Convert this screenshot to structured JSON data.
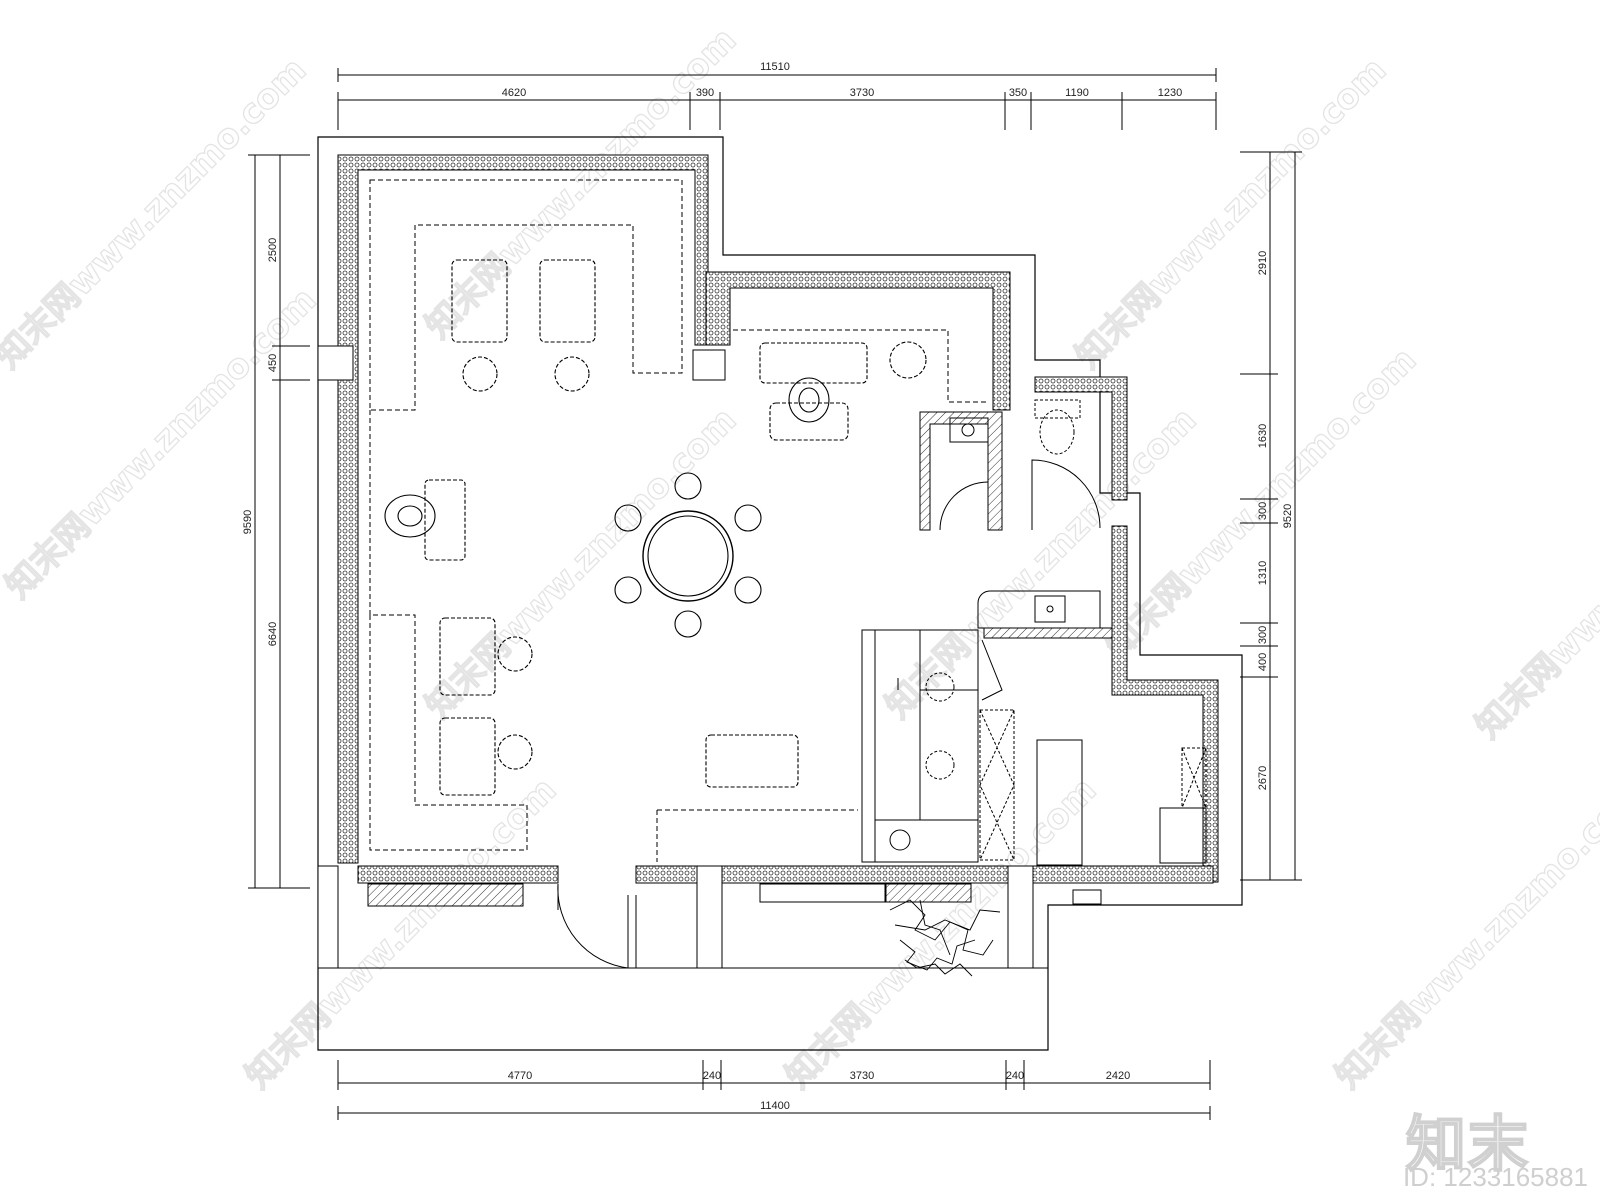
{
  "drawing": {
    "dims_top_overall": "11510",
    "dims_top": [
      "4620",
      "390",
      "3730",
      "350",
      "1190",
      "1230"
    ],
    "dims_left_overall": "9590",
    "dims_left": [
      "2500",
      "450",
      "6640"
    ],
    "dims_right_overall": "9520",
    "dims_right": [
      "2910",
      "1630",
      "300",
      "1310",
      "300",
      "400",
      "2670"
    ],
    "dims_bottom": [
      "4770",
      "240",
      "3730",
      "240",
      "2420"
    ],
    "dims_bottom_overall": "11400"
  },
  "watermark": {
    "text": "知末网www.znzmo.com",
    "brand": "知末",
    "id_text": "ID: 1233165881"
  },
  "colors": {
    "line": "#000000",
    "hatch": "#555555",
    "watermark": "#e4e4e4"
  }
}
